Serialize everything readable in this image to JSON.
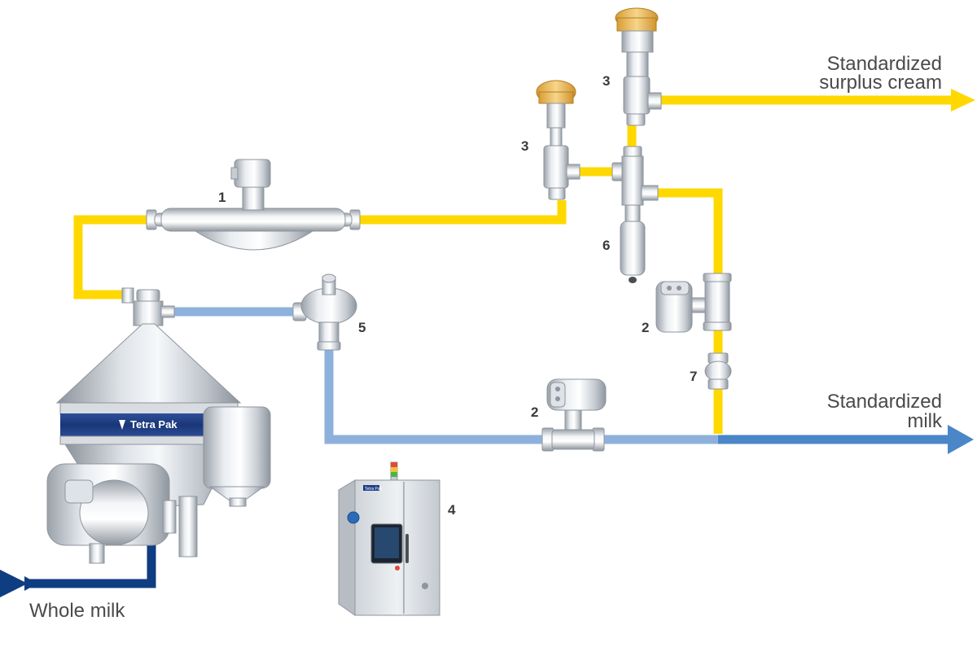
{
  "colors": {
    "cream_line": "#ffd800",
    "skim_line": "#8eb1dc",
    "standardized_milk_line": "#4a86c8",
    "whole_milk_line": "#0f3d82",
    "steel_light": "#eef1f4",
    "steel_mid": "#c7ccd2",
    "steel_dark": "#8e959d",
    "actuator_yellow": "#f2c66a",
    "separator_band": "#1f3f86"
  },
  "labels": {
    "surplus_cream_line1": "Standardized",
    "surplus_cream_line2": "surplus cream",
    "std_milk_line1": "Standardized",
    "std_milk_line2": "milk",
    "whole_milk": "Whole milk",
    "brand": "Tetra Pak",
    "panel_brand": "Tetra Pak"
  },
  "components": {
    "mass_flow_meter": "1",
    "flow_meter_cream": "2",
    "flow_meter_milk": "2",
    "valve_left": "3",
    "valve_right": "3",
    "control_panel": "4",
    "pressure_valve": "5",
    "density_transmitter": "6",
    "check_valve": "7"
  },
  "icons": {
    "separator": "separator-icon",
    "control_panel": "control-panel-icon",
    "arrow": "flow-arrow-icon"
  }
}
